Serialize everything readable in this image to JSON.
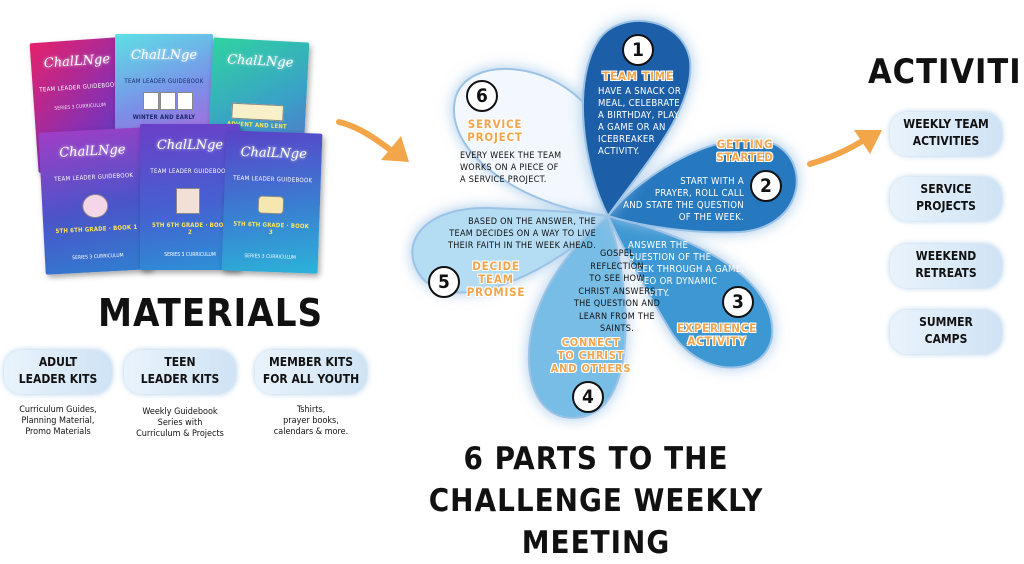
{
  "materials": {
    "heading": "MATERIALS",
    "books": [
      {
        "logo": "ChalLNge",
        "sub": "TEAM LEADER GUIDEBOOK",
        "sub2": "SERIES 3 CURRICULUM",
        "grade": "",
        "series": ""
      },
      {
        "logo": "ChalLNge",
        "sub": "TEAM LEADER GUIDEBOOK",
        "sub2": "",
        "grade": "WINTER AND EARLY",
        "series": ""
      },
      {
        "logo": "ChalLNge",
        "sub": "",
        "sub2": "",
        "grade": "ADVENT AND LENT",
        "series": ""
      },
      {
        "logo": "ChalLNge",
        "sub": "TEAM LEADER GUIDEBOOK",
        "sub2": "",
        "grade": "5TH 6TH GRADE · BOOK 1",
        "series": "SERIES 3 CURRICULUM"
      },
      {
        "logo": "ChalLNge",
        "sub": "TEAM LEADER GUIDEBOOK",
        "sub2": "",
        "grade": "5TH 6TH GRADE · BOOK 2",
        "series": "SERIES 3 CURRICULUM"
      },
      {
        "logo": "ChalLNge",
        "sub": "TEAM LEADER GUIDEBOOK",
        "sub2": "",
        "grade": "5TH 6TH GRADE · BOOK 3",
        "series": "SERIES 3 CURRICULUM"
      }
    ],
    "kits": [
      {
        "label_line1": "ADULT",
        "label_line2": "LEADER KITS",
        "desc_line1": "Curriculum Guides,",
        "desc_line2": "Planning Material,",
        "desc_line3": "Promo Materials"
      },
      {
        "label_line1": "TEEN",
        "label_line2": "LEADER KITS",
        "desc_line1": "Weekly Guidebook",
        "desc_line2": "Series with",
        "desc_line3": "Curriculum & Projects"
      },
      {
        "label_line1": "MEMBER KITS",
        "label_line2": "FOR ALL YOUTH",
        "desc_line1": "Tshirts,",
        "desc_line2": "prayer books,",
        "desc_line3": "calendars & more."
      }
    ]
  },
  "flower": {
    "petals": [
      {
        "num": "1",
        "title1": "TEAM TIME",
        "title2": "",
        "title3": "",
        "text": [
          "HAVE A SNACK OR",
          "MEAL, CELEBRATE",
          "A BIRTHDAY, PLAY",
          "A GAME OR AN",
          "ICEBREAKER",
          "ACTIVITY."
        ],
        "fill": "#1d5fa8",
        "text_color": "#ffffff"
      },
      {
        "num": "2",
        "title1": "GETTING",
        "title2": "STARTED",
        "title3": "",
        "text": [
          "START WITH A",
          "PRAYER, ROLL CALL",
          "AND STATE THE QUESTION",
          "OF THE WEEK."
        ],
        "fill": "#2678bf",
        "text_color": "#ffffff"
      },
      {
        "num": "3",
        "title1": "EXPERIENCE",
        "title2": "ACTIVITY",
        "title3": "",
        "text": [
          "ANSWER THE",
          "QUESTION OF THE",
          "WEEK THROUGH A GAME,",
          "VIDEO OR DYNAMIC",
          "ACTIVITY."
        ],
        "fill": "#3e97d2",
        "text_color": "#ffffff"
      },
      {
        "num": "4",
        "title1": "CONNECT",
        "title2": "to CHRIST",
        "title3": "and OTHERS",
        "text": [
          "GOSPEL",
          "REFLECTION",
          "TO SEE HOW",
          "CHRIST ANSWERS",
          "THE QUESTION AND",
          "LEARN FROM THE SAINTS."
        ],
        "fill": "#78bde6",
        "text_color": "#111111"
      },
      {
        "num": "5",
        "title1": "DECIDE",
        "title2": "TEAM",
        "title3": "PROMISE",
        "text": [
          "BASED ON THE ANSWER, THE",
          "TEAM DECIDES ON A WAY TO LIVE",
          "THEIR FAITH IN THE WEEK AHEAD."
        ],
        "fill": "#b4dcf3",
        "text_color": "#111111"
      },
      {
        "num": "6",
        "title1": "SERVICE",
        "title2": "PROJECT",
        "title3": "",
        "text": [
          "EVERY WEEK THE TEAM",
          "WORKS ON A PIECE OF",
          "A SERVICE PROJECT."
        ],
        "fill": "#f2f8fd",
        "text_color": "#111111"
      }
    ]
  },
  "footer_title": {
    "line1": "6 PARTS TO THE",
    "line2": "CHALLENGE WEEKLY MEETING"
  },
  "activities": {
    "heading": "ACTIVITIES",
    "items": [
      {
        "line1": "WEEKLY TEAM",
        "line2": "ACTIVITIES"
      },
      {
        "line1": "SERVICE",
        "line2": "PROJECTS"
      },
      {
        "line1": "WEEKEND",
        "line2": "RETREATS"
      },
      {
        "line1": "SUMMER",
        "line2": "CAMPS"
      }
    ]
  },
  "colors": {
    "arrow": "#f3a54a",
    "title_orange": "#f3a54a",
    "pill_glow": "#9cc3e6"
  }
}
